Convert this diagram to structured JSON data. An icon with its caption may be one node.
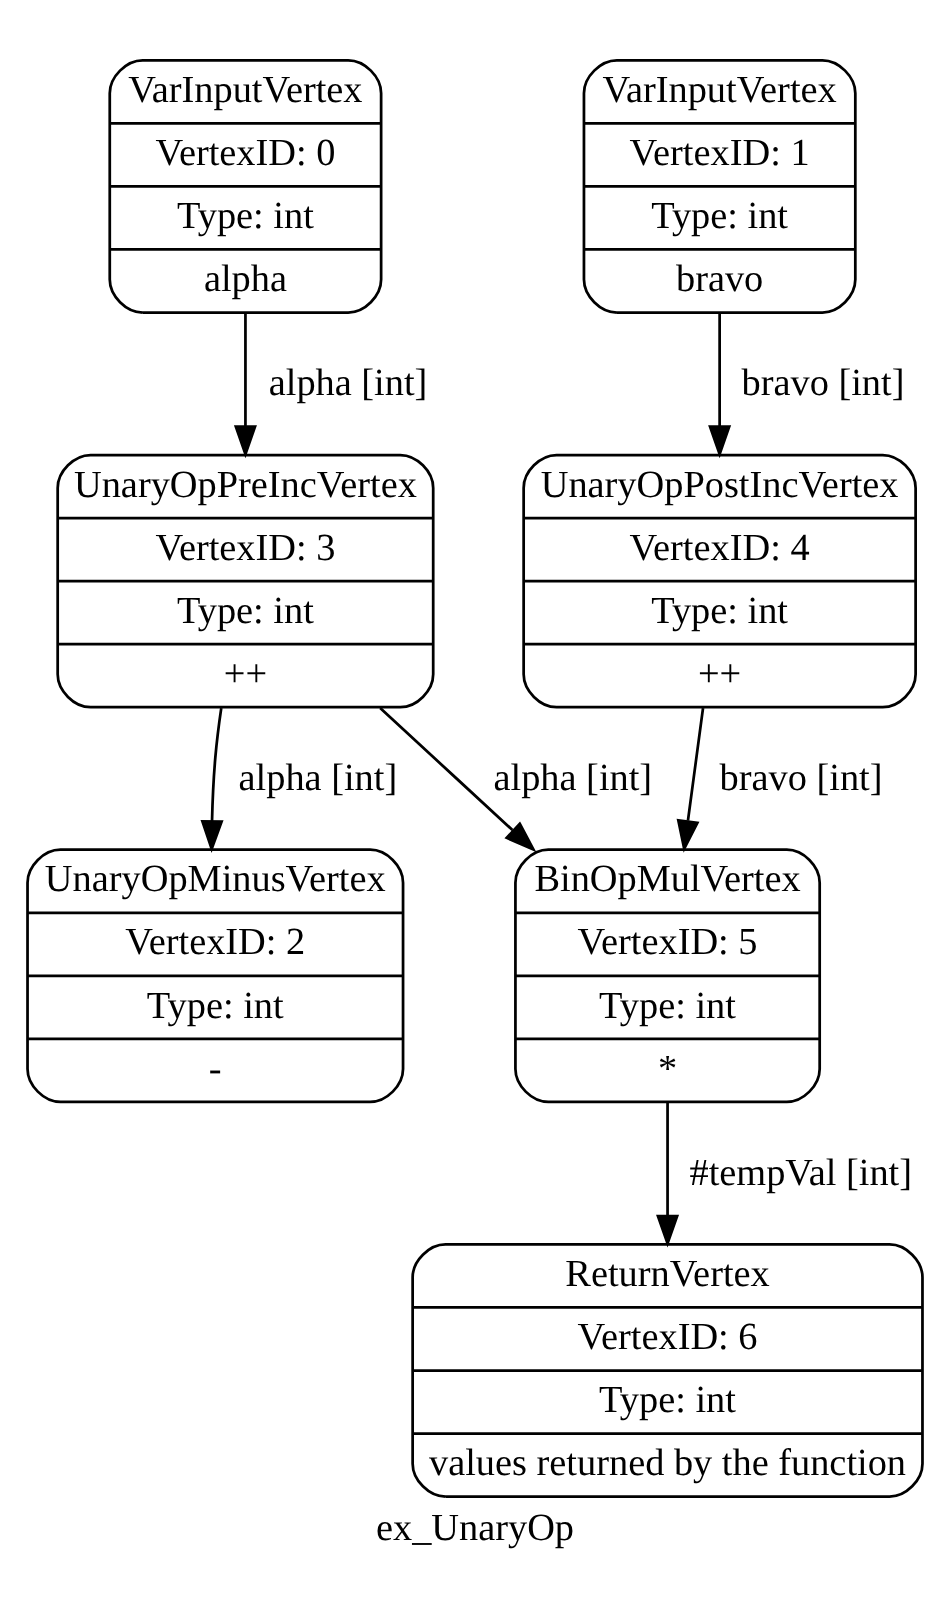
{
  "diagram": {
    "caption": "ex_UnaryOp",
    "nodes": [
      {
        "text": [
          "VarInputVertex",
          "VertexID: 0",
          "Type: int",
          "alpha"
        ]
      },
      {
        "text": [
          "VarInputVertex",
          "VertexID: 1",
          "Type: int",
          "bravo"
        ]
      },
      {
        "text": [
          "UnaryOpPreIncVertex",
          "VertexID: 3",
          "Type: int",
          "++"
        ]
      },
      {
        "text": [
          "UnaryOpPostIncVertex",
          "VertexID: 4",
          "Type: int",
          "++"
        ]
      },
      {
        "text": [
          "UnaryOpMinusVertex",
          "VertexID: 2",
          "Type: int",
          "-"
        ]
      },
      {
        "text": [
          "BinOpMulVertex",
          "VertexID: 5",
          "Type: int",
          "*"
        ]
      },
      {
        "text": [
          "ReturnVertex",
          "VertexID: 6",
          "Type: int",
          "values returned by the function"
        ]
      }
    ],
    "edges": [
      {
        "from": 0,
        "to": 2,
        "arrow": "to",
        "label": "alpha [int]"
      },
      {
        "from": 1,
        "to": 3,
        "arrow": "to",
        "label": "bravo [int]"
      },
      {
        "from": 2,
        "to": 4,
        "arrow": "to",
        "label": "alpha [int]"
      },
      {
        "from": 2,
        "to": 5,
        "arrow": "to",
        "label": "alpha [int]"
      },
      {
        "from": 3,
        "to": 5,
        "arrow": "to",
        "label": "bravo [int]"
      },
      {
        "from": 5,
        "to": 6,
        "arrow": "to",
        "label": "#tempVal [int]"
      }
    ]
  }
}
